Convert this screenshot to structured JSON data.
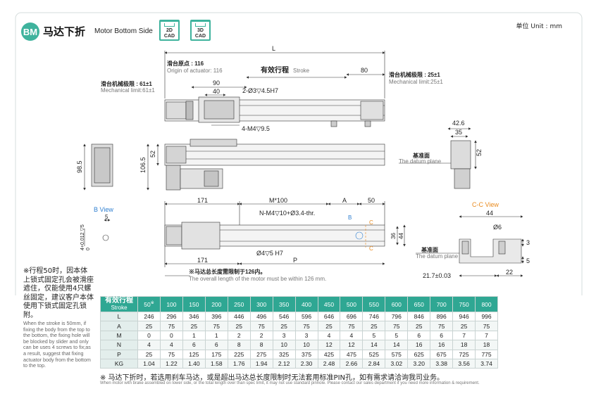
{
  "header": {
    "badge": "BM",
    "title_cn": "马达下折",
    "title_en": "Motor Bottom Side",
    "cad_2d": [
      "2D",
      "CAD"
    ],
    "cad_3d": [
      "3D",
      "CAD"
    ],
    "unit": "单位 Unit : mm"
  },
  "drawing": {
    "dim_L": "L",
    "origin_cn": "滑台原点 : 116",
    "origin_en": "Origin of actuator: 116",
    "stroke_cn": "有效行程",
    "stroke_en": "Stroke",
    "dim_80": "80",
    "dim_90": "90",
    "dim_40": "40",
    "hole_top": "2-Ø3▽4.5H7",
    "hole_m4": "4-M4▽9.5",
    "mech_left_cn": "滑台机械极限 : 61±1",
    "mech_left_en": "Mechanical limit:61±1",
    "mech_right_cn": "滑台机械极限 : 25±1",
    "mech_right_en": "Mechanical limit:25±1",
    "dim_52": "52",
    "dim_106_5": "106.5",
    "dim_98_5": "98.5",
    "dim_42_6": "42.6",
    "dim_35": "35",
    "dim_52_right": "52",
    "datum_cn": "基准面",
    "datum_en": "The datum plane",
    "b_view": "B View",
    "b_dim_5": "5",
    "b_dim_hole": "4+0.012 ▽5",
    "b_dim_hole2": "0",
    "dim_171": "171",
    "dim_M100": "M*100",
    "dim_A": "A",
    "dim_50": "50",
    "hole_N": "N-M4▽10+Ø3.4-thr.",
    "hole_o4": "Ø4▽5 H7",
    "dim_P": "P",
    "dim_36": "36",
    "dim_44": "44",
    "label_B": "B",
    "label_C": "C",
    "note_len_cn": "※马达总长度需限制于126内。",
    "note_len_en": "The overall length of the motor must be within 126 mm.",
    "cc_view": "C-C View",
    "cc_44": "44",
    "cc_o6": "Ø6",
    "cc_3": "3",
    "cc_5": "5",
    "cc_21_7": "21.7±0.03",
    "cc_22": "22",
    "cc_datum_cn": "基准面",
    "cc_datum_en": "The datum plane"
  },
  "notes": {
    "cn": "※行程50时，因本体上锁式固定孔会被滑座遮住，仅能使用4只螺丝固定，建议客户本体使用下锁式固定孔锁附。",
    "en": "When the stroke is 50mm, if fixing the body from the top to the bottom, the fixing hole will be blocked by slider and only can be uses 4 screws to fix;as a result, suggest that fixing actuator body from the bottom to the top."
  },
  "table": {
    "head_cn": "有效行程",
    "head_en": "Stroke",
    "strokes": [
      "50",
      "100",
      "150",
      "200",
      "250",
      "300",
      "350",
      "400",
      "450",
      "500",
      "550",
      "600",
      "650",
      "700",
      "750",
      "800"
    ],
    "first_star": "※",
    "rows": [
      {
        "label": "L",
        "values": [
          "246",
          "296",
          "346",
          "396",
          "446",
          "496",
          "546",
          "596",
          "646",
          "696",
          "746",
          "796",
          "846",
          "896",
          "946",
          "996"
        ]
      },
      {
        "label": "A",
        "values": [
          "25",
          "75",
          "25",
          "75",
          "25",
          "75",
          "25",
          "75",
          "25",
          "75",
          "25",
          "75",
          "25",
          "75",
          "25",
          "75"
        ]
      },
      {
        "label": "M",
        "values": [
          "0",
          "0",
          "1",
          "1",
          "2",
          "2",
          "3",
          "3",
          "4",
          "4",
          "5",
          "5",
          "6",
          "6",
          "7",
          "7"
        ]
      },
      {
        "label": "N",
        "values": [
          "4",
          "4",
          "6",
          "6",
          "8",
          "8",
          "10",
          "10",
          "12",
          "12",
          "14",
          "14",
          "16",
          "16",
          "18",
          "18"
        ]
      },
      {
        "label": "P",
        "values": [
          "25",
          "75",
          "125",
          "175",
          "225",
          "275",
          "325",
          "375",
          "425",
          "475",
          "525",
          "575",
          "625",
          "675",
          "725",
          "775"
        ]
      },
      {
        "label": "KG",
        "values": [
          "1.04",
          "1.22",
          "1.40",
          "1.58",
          "1.76",
          "1.94",
          "2.12",
          "2.30",
          "2.48",
          "2.66",
          "2.84",
          "3.02",
          "3.20",
          "3.38",
          "3.56",
          "3.74"
        ]
      }
    ]
  },
  "footnote": {
    "cn": "※  马达下折时，若选用刹车马达，或是超出马达总长度限制时无法套用标准PIN孔，如有需求请洽询我司业务。",
    "en": "When motor with brake assembled on lower side, or the total length over than spec limit, it may not use standard pinhole. Please contact our sales department if you need more information & requirement."
  },
  "colors": {
    "accent": "#3fb39d",
    "table_head": "#2fa793",
    "view_label": "#2f7fd0",
    "cc_label": "#e98a1d"
  }
}
